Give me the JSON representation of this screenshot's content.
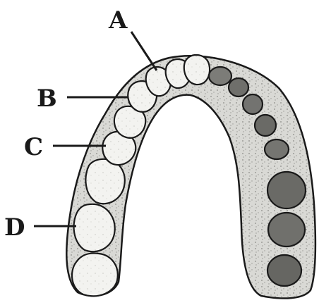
{
  "labels": {
    "a": "A",
    "b": "B",
    "c": "C",
    "d": "D"
  },
  "colors": {
    "ink": "#1a1a1a",
    "tooth_fill": "#f4f4f2",
    "gum_fill": "#d8d8d4",
    "dark_tooth": "#6a6a66"
  }
}
